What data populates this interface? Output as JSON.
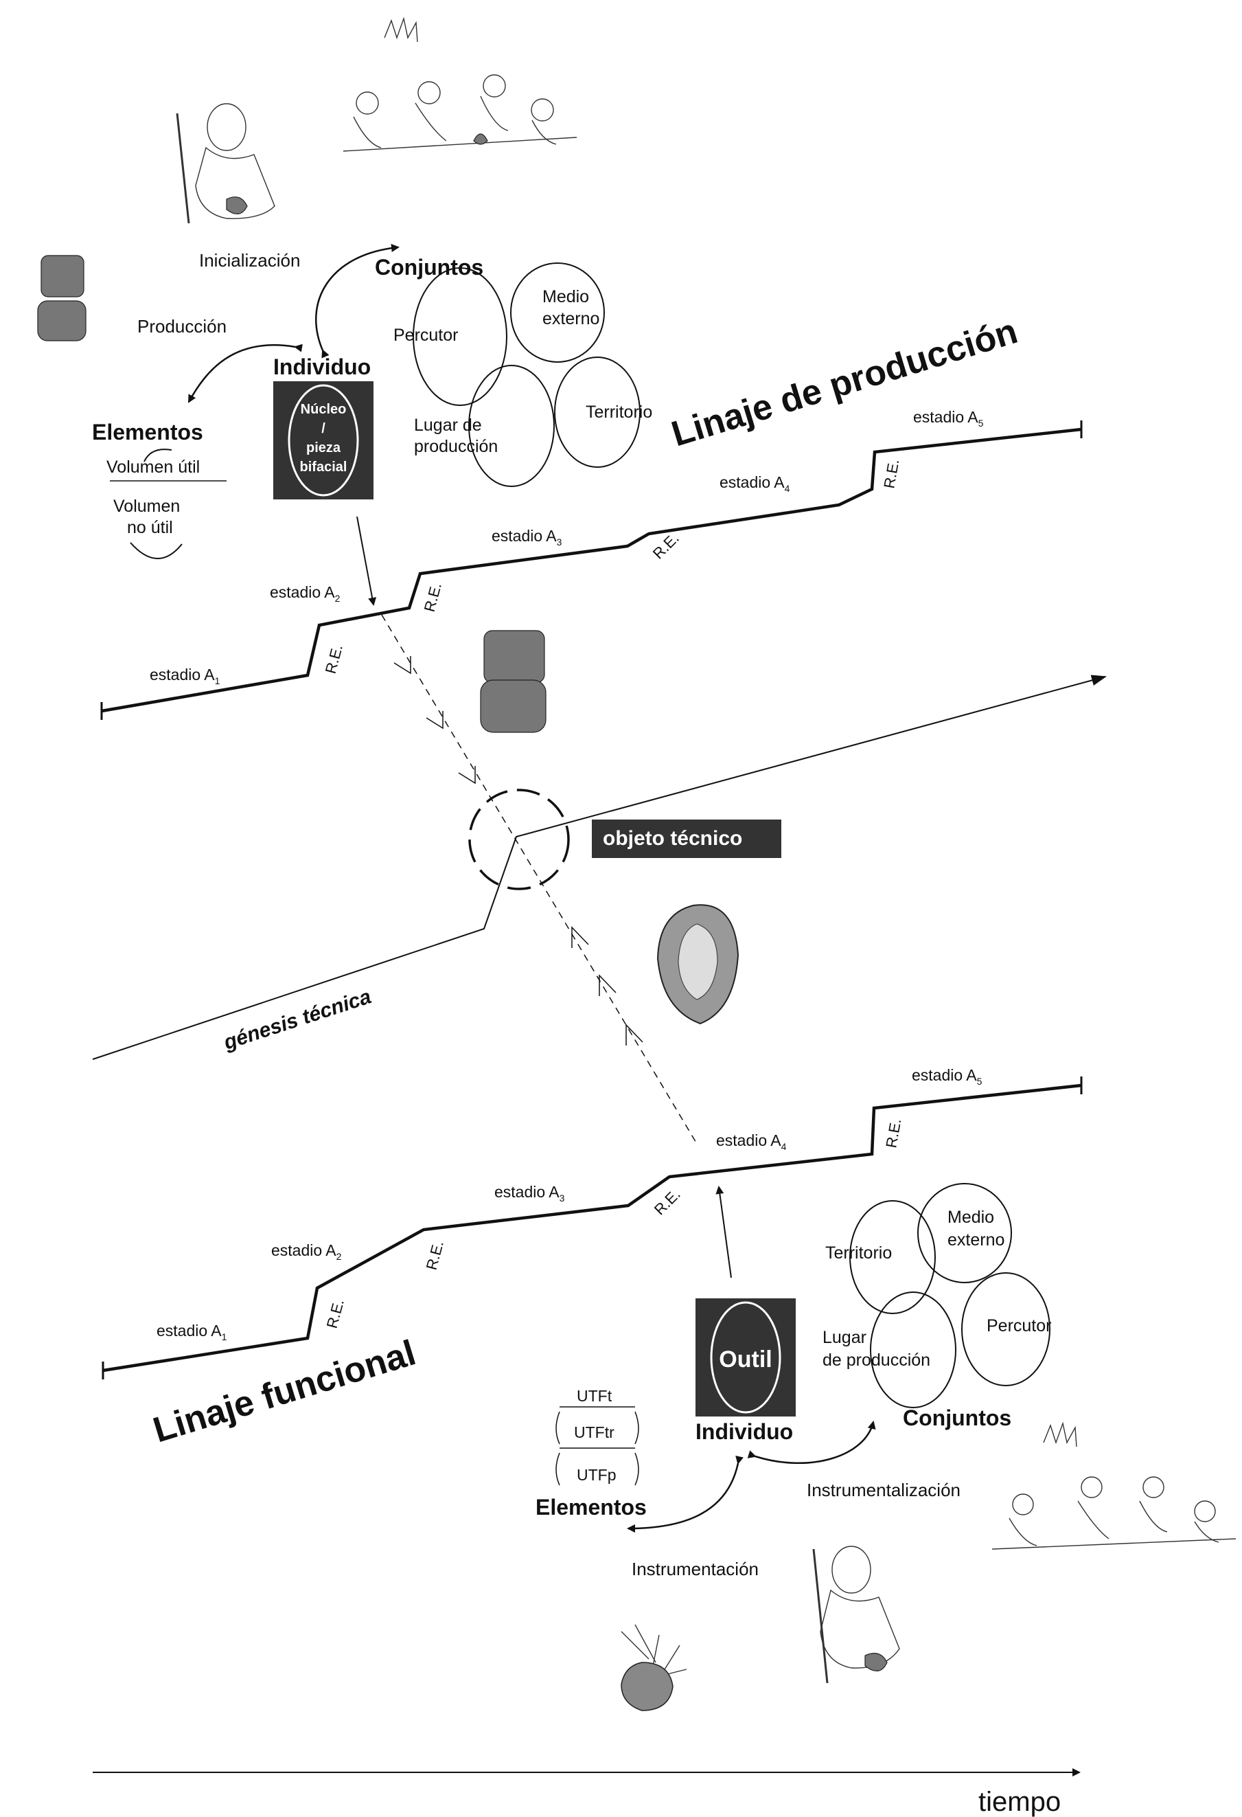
{
  "production": {
    "initialization_label": "Inicialización",
    "production_label": "Producción",
    "sets_title": "Conjuntos",
    "individual_title": "Individuo",
    "core_label_1": "Núcleo",
    "core_label_2": "/",
    "core_label_3": "pieza",
    "core_label_4": "bifacial",
    "elements_title": "Elementos",
    "useful_volume": "Volumen útil",
    "nonuseful_volume_1": "Volumen",
    "nonuseful_volume_2": "no útil",
    "percutor": "Percutor",
    "external_1": "Medio",
    "external_2": "externo",
    "place_1": "Lugar de",
    "place_2": "producción",
    "territory": "Territorio",
    "lineage_title": "Linaje de producción",
    "stages": [
      "estadio A",
      "estadio A",
      "estadio A",
      "estadio A",
      "estadio A"
    ],
    "stage_subs": [
      "1",
      "2",
      "3",
      "4",
      "5"
    ],
    "re_label": "R.E."
  },
  "center": {
    "technical_object": "objeto técnico",
    "technical_genesis": "génesis técnica"
  },
  "functional": {
    "lineage_title": "Linaje funcional",
    "stages": [
      "estadio A",
      "estadio A",
      "estadio  A",
      "estadio  A",
      "estadio  A"
    ],
    "stage_subs": [
      "1",
      "2",
      "3",
      "4",
      "5"
    ],
    "re_label": "R.E.",
    "tool_label": "Outil",
    "individual_title": "Individuo",
    "elements_title": "Elementos",
    "utf_t": "UTFt",
    "utf_tr": "UTFtr",
    "utf_p": "UTFp",
    "instrumentation": "Instrumentación",
    "instrumentalization": "Instrumentalización",
    "sets_title": "Conjuntos",
    "territory": "Territorio",
    "external_1": "Medio",
    "external_2": "externo",
    "place_1": "Lugar",
    "place_2": "de producción",
    "percutor": "Percutor"
  },
  "time_label": "tiempo"
}
